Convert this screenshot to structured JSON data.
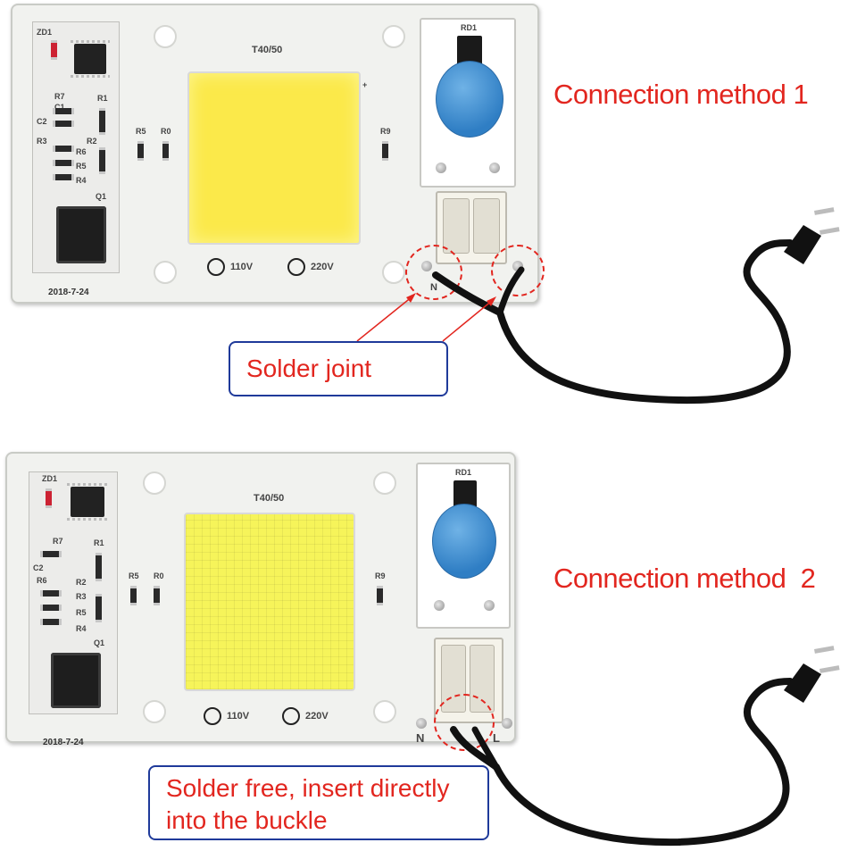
{
  "colors": {
    "caption_red": "#e2261f",
    "callout_border_blue": "#1f3a9a",
    "board_white": "#f1f2ef",
    "led_yellow": "#fbe94a",
    "varistor_blue": "#3a8ad0",
    "cable_black": "#111111"
  },
  "panel_1": {
    "caption": "Connection method 1",
    "callout": "Solder joint",
    "board": {
      "model": "T40/50",
      "date": "2018-7-24",
      "voltage_110": "110V",
      "voltage_220": "220V",
      "terminal_n": "N",
      "component_labels": {
        "zd1": "ZD1",
        "r7": "R7",
        "c1": "C1",
        "r1": "R1",
        "c2": "C2",
        "r2": "R2",
        "r6": "R6",
        "r3": "R3",
        "r5": "R5",
        "r4": "R4",
        "q1": "Q1",
        "r5b": "R5",
        "r0": "R0",
        "r9": "R9",
        "rd1": "RD1",
        "plus": "+"
      }
    },
    "icons": {
      "plug": "power-plug-icon",
      "arrow": "pointer-arrow-icon",
      "highlight": "dashed-circle-highlight"
    }
  },
  "panel_2": {
    "caption": "Connection method  2",
    "callout_line1": "Solder free, insert directly",
    "callout_line2": "into the buckle",
    "board": {
      "model": "T40/50",
      "date": "2018-7-24",
      "voltage_110": "110V",
      "voltage_220": "220V",
      "terminal_n": "N",
      "terminal_l": "L",
      "component_labels": {
        "zd1": "ZD1",
        "r7": "R7",
        "r1": "R1",
        "c2": "C2",
        "r2": "R2",
        "r6": "R6",
        "r3": "R3",
        "r5": "R5",
        "r4": "R4",
        "q1": "Q1",
        "r5b": "R5",
        "r0": "R0",
        "r9": "R9",
        "rd1": "RD1"
      }
    },
    "icons": {
      "plug": "power-plug-icon",
      "highlight": "dashed-circle-highlight"
    }
  }
}
